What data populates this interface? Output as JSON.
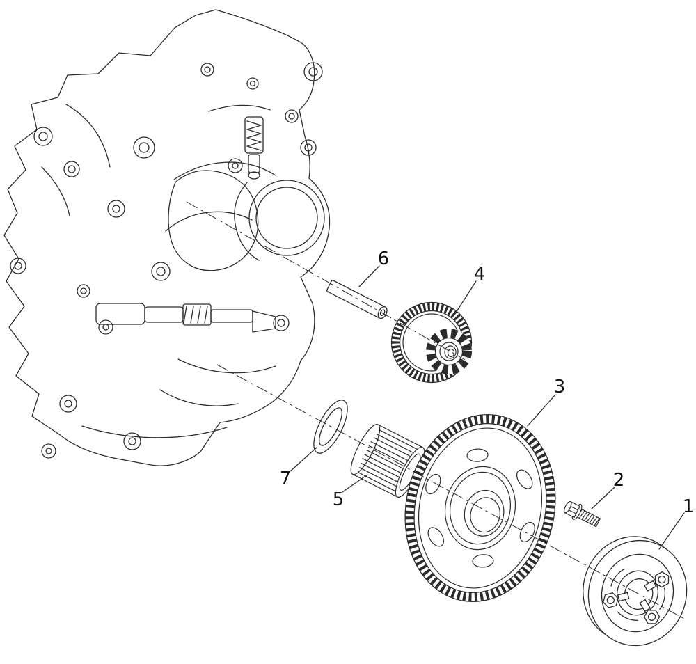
{
  "figure": {
    "kind": "exploded-parts-diagram",
    "background_color": "#ffffff",
    "line_color": "#2b2b2b",
    "callouts": [
      {
        "label": "1"
      },
      {
        "label": "2"
      },
      {
        "label": "3"
      },
      {
        "label": "4"
      },
      {
        "label": "5"
      },
      {
        "label": "6"
      },
      {
        "label": "7"
      }
    ]
  }
}
